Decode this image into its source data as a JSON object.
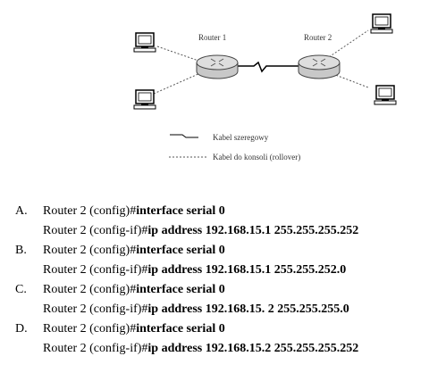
{
  "diagram": {
    "router1_label": "Router 1",
    "router2_label": "Router 2",
    "legend_serial": "Kabel szeregowy",
    "legend_console": "Kabel do konsoli (rollover)"
  },
  "options": [
    {
      "letter": "A.",
      "line1_prefix": "Router 2 (config)#",
      "line1_cmd": "interface serial 0",
      "line2_prefix": "Router 2 (config-if)#",
      "line2_cmd": "ip address 192.168.15.1 255.255.255.252"
    },
    {
      "letter": "B.",
      "line1_prefix": "Router 2 (config)#",
      "line1_cmd": "interface serial 0",
      "line2_prefix": "Router 2 (config-if)#",
      "line2_cmd": "ip address 192.168.15.1 255.255.252.0"
    },
    {
      "letter": "C.",
      "line1_prefix": "Router 2 (config)#",
      "line1_cmd": "interface serial 0",
      "line2_prefix": "Router 2 (config-if)#",
      "line2_cmd": "ip address 192.168.15. 2  255.255.255.0"
    },
    {
      "letter": "D.",
      "line1_prefix": "Router 2 (config)#",
      "line1_cmd": "interface serial 0",
      "line2_prefix": "Router 2 (config-if)#",
      "line2_cmd": "ip address 192.168.15.2  255.255.255.252"
    }
  ]
}
